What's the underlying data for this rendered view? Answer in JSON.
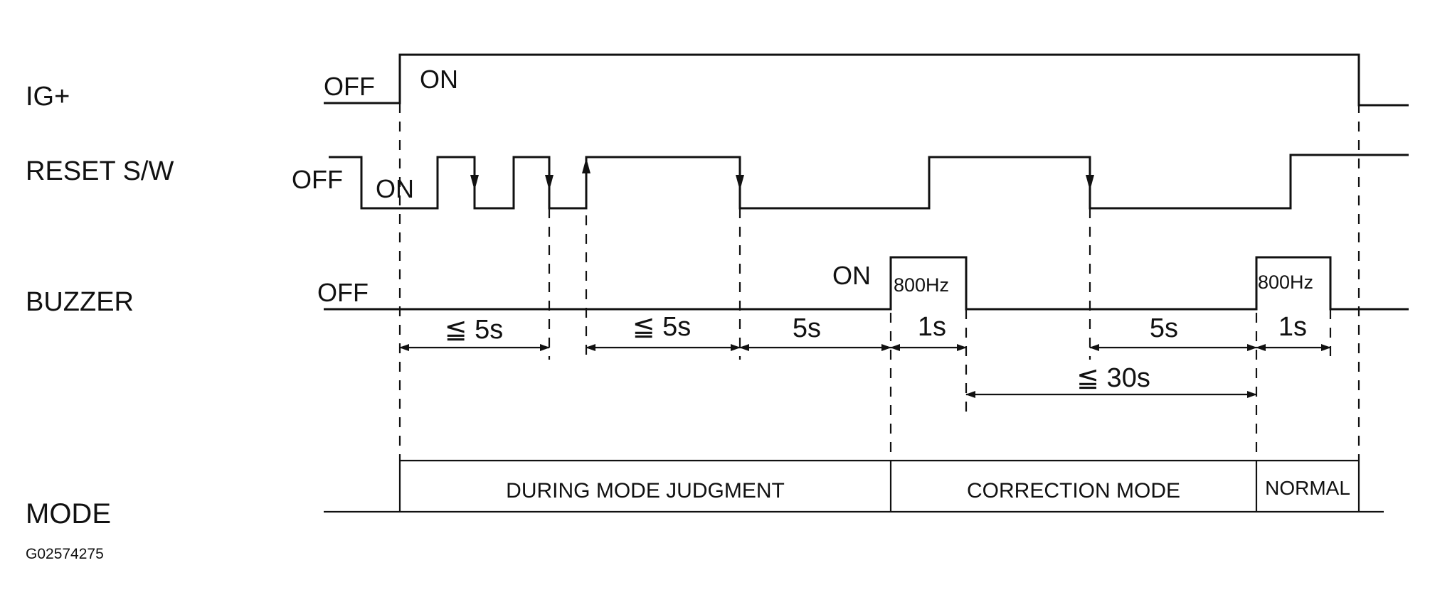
{
  "signals": {
    "ig": "IG+",
    "reset": "RESET S/W",
    "buzzer": "BUZZER",
    "mode": "MODE"
  },
  "states": {
    "ig_off": "OFF",
    "ig_on": "ON",
    "reset_off": "OFF",
    "reset_on": "ON",
    "buzzer_off": "OFF",
    "buzzer_on": "ON"
  },
  "buzzer_freq": [
    "800Hz",
    "800Hz"
  ],
  "durations": [
    "≦ 5s",
    "≦ 5s",
    "5s",
    "1s",
    "5s",
    "1s",
    "≦ 30s"
  ],
  "modes": [
    "DURING MODE JUDGMENT",
    "CORRECTION MODE",
    "NORMAL"
  ],
  "figure_id": "G02574275"
}
